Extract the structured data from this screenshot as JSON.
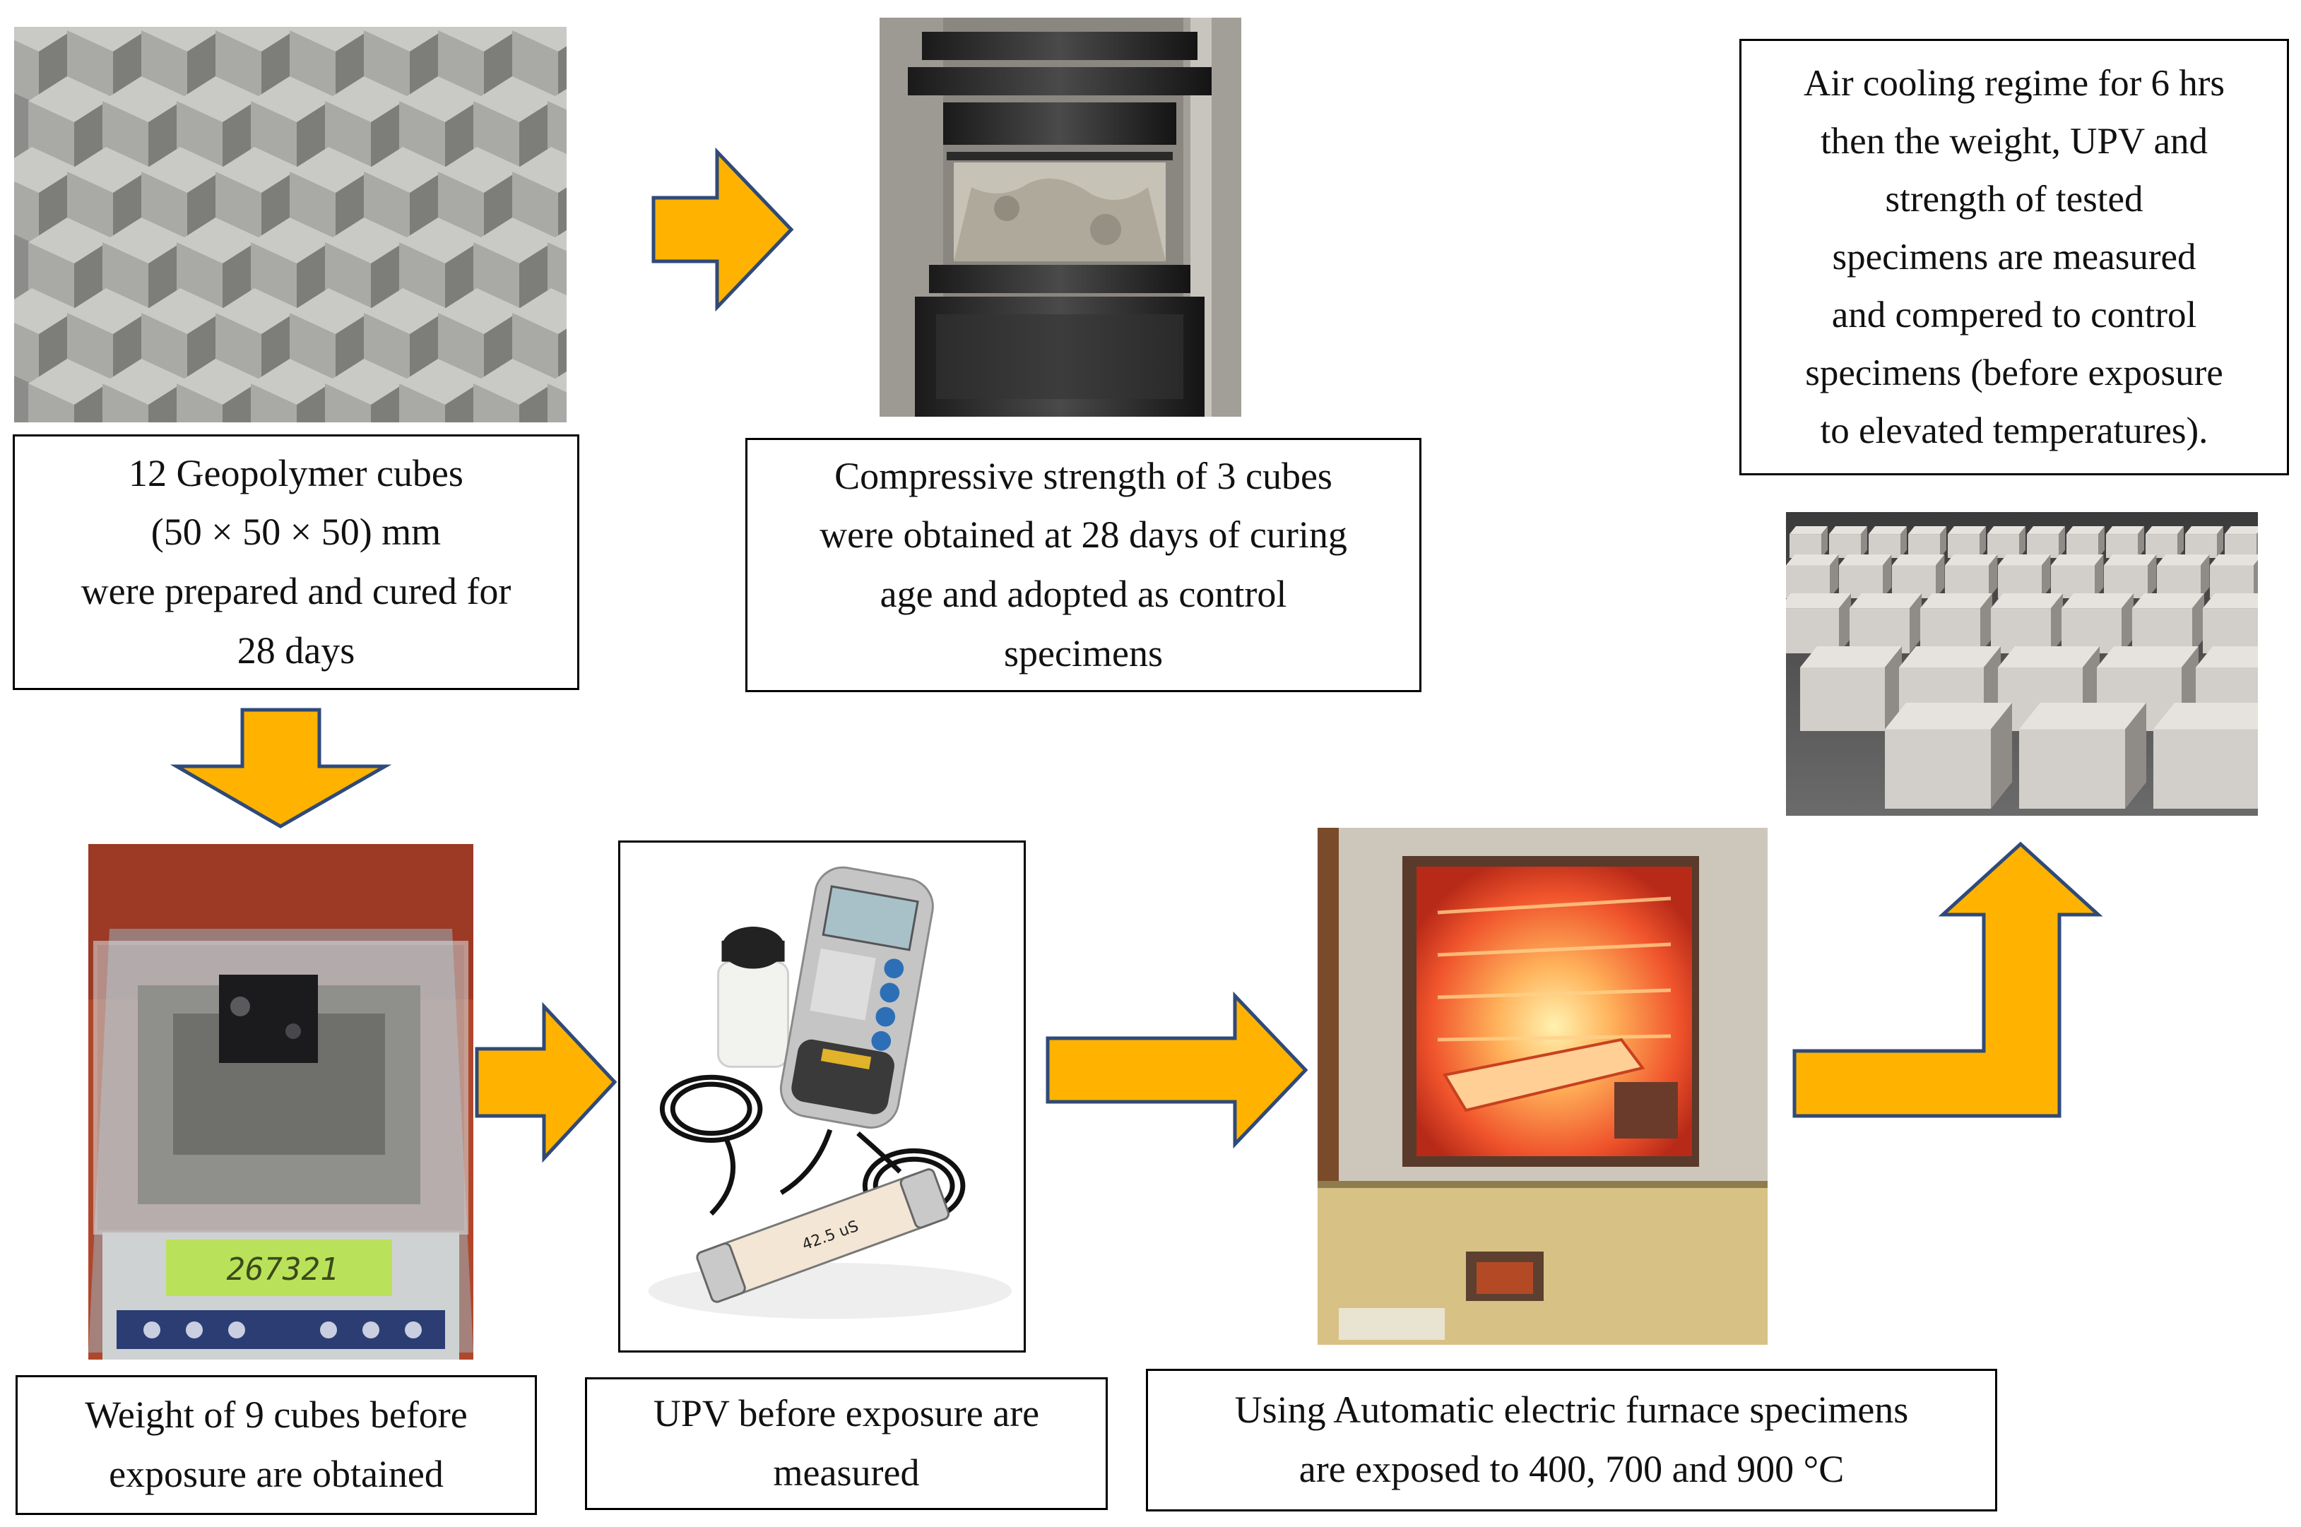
{
  "steps": {
    "prepare": "12 Geopolymer cubes\n(50 × 50 × 50) mm\nwere prepared and cured for\n28 days",
    "compressive": "Compressive strength of 3 cubes\nwere obtained at 28 days of curing\nage and adopted as control\nspecimens",
    "air_cooling": "Air cooling regime for 6 hrs\nthen the weight, UPV and\nstrength of tested\nspecimens are measured\nand compered to control\nspecimens (before exposure\nto elevated temperatures).",
    "weight": "Weight of 9 cubes before\nexposure are obtained",
    "upv": "UPV before exposure are\nmeasured",
    "furnace": "Using Automatic electric furnace specimens\nare exposed to 400, 700 and 900 °C"
  },
  "photos": {
    "scale_display": "267321",
    "upv_rod_label": "42.5 uS"
  },
  "colors": {
    "arrow_fill": "#FFB300",
    "arrow_stroke": "#2F4A78",
    "box_border": "#000000"
  },
  "icons": {
    "arrow": "block-arrow-right",
    "arrow_down": "block-arrow-down",
    "arrow_bent": "bent-arrow-up"
  }
}
